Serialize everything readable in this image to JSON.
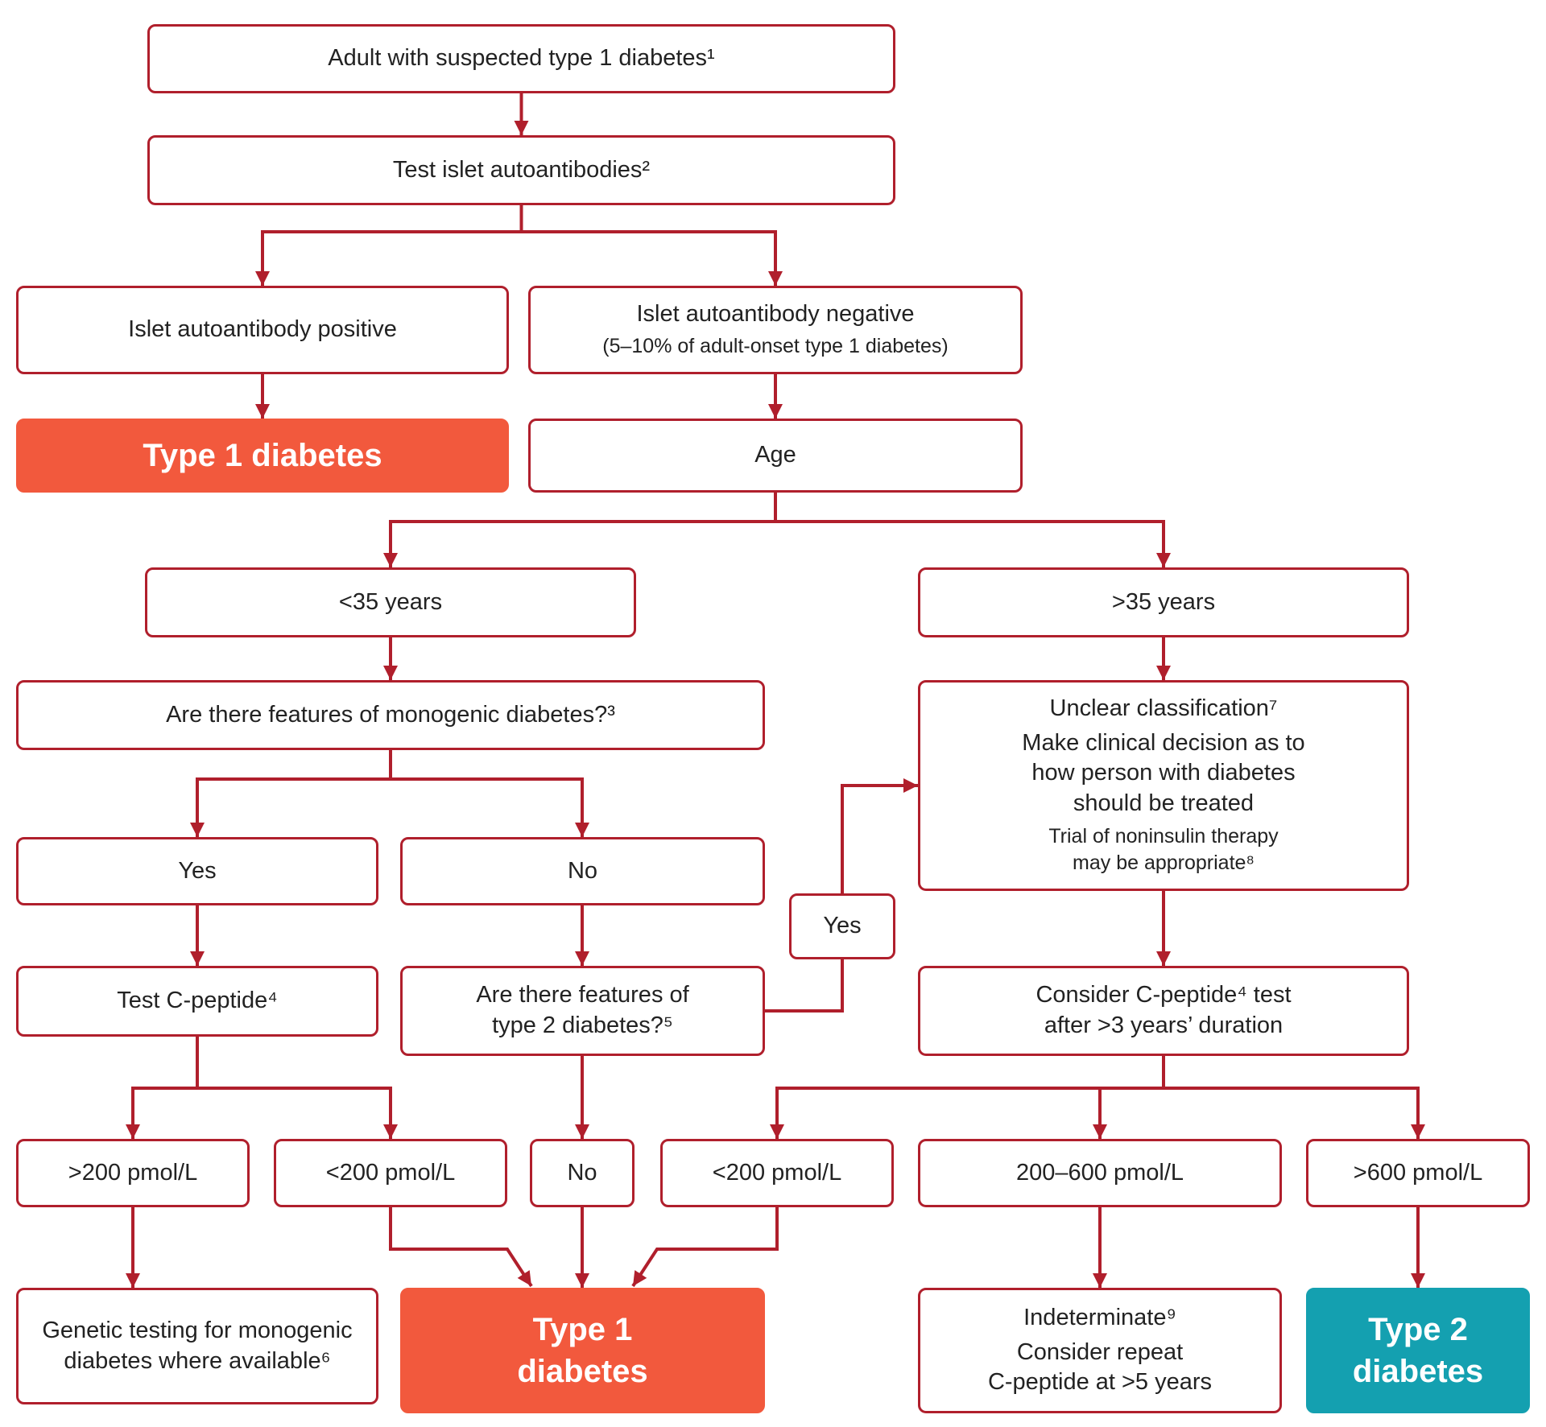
{
  "colors": {
    "line": "#B01F2C",
    "text": "#222222",
    "type1_fill": "#F2593D",
    "type2_fill": "#14A0B0"
  },
  "nodes": {
    "start": "Adult with suspected type 1 diabetes¹",
    "test_islet": "Test islet autoantibodies²",
    "ab_positive": "Islet autoantibody positive",
    "ab_negative": {
      "title": "Islet autoantibody negative",
      "sub": "(5–10% of adult-onset type 1 diabetes)"
    },
    "type1_left": "Type 1 diabetes",
    "age": "Age",
    "under35": "<35 years",
    "over35": ">35 years",
    "monogenic_question": "Are there features of monogenic diabetes?³",
    "unclear_classification": {
      "title": "Unclear classification⁷",
      "body": "Make clinical decision as to\nhow person with diabetes\nshould be treated",
      "note": "Trial of noninsulin therapy\nmay be appropriate⁸"
    },
    "yes": "Yes",
    "no": "No",
    "test_cpeptide": "Test C-peptide⁴",
    "type2_features_question": "Are there features of\ntype 2 diabetes?⁵",
    "connector_yes": "Yes",
    "consider_cpeptide": "Consider C-peptide⁴ test\nafter >3 years’ duration",
    "gt200": ">200 pmol/L",
    "lt200_left": "<200 pmol/L",
    "no_result": "No",
    "lt200_right": "<200 pmol/L",
    "range_200_600": "200–600 pmol/L",
    "gt600": ">600 pmol/L",
    "genetic_testing": "Genetic testing for monogenic\ndiabetes where available⁶",
    "type1_bottom": "Type 1\ndiabetes",
    "indeterminate": {
      "title": "Indeterminate⁹",
      "body": "Consider repeat\nC-peptide at >5 years"
    },
    "type2": "Type 2\ndiabetes"
  },
  "edges": [
    {
      "from": "start",
      "to": "test_islet"
    },
    {
      "from": "test_islet",
      "to": "ab_positive"
    },
    {
      "from": "test_islet",
      "to": "ab_negative"
    },
    {
      "from": "ab_positive",
      "to": "type1_left"
    },
    {
      "from": "ab_negative",
      "to": "age"
    },
    {
      "from": "age",
      "to": "under35"
    },
    {
      "from": "age",
      "to": "over35"
    },
    {
      "from": "under35",
      "to": "monogenic_question"
    },
    {
      "from": "over35",
      "to": "unclear_classification"
    },
    {
      "from": "monogenic_question",
      "to": "yes"
    },
    {
      "from": "monogenic_question",
      "to": "no"
    },
    {
      "from": "yes",
      "to": "test_cpeptide"
    },
    {
      "from": "no",
      "to": "type2_features_question"
    },
    {
      "from": "type2_features_question",
      "to": "unclear_classification",
      "label": "Yes"
    },
    {
      "from": "type2_features_question",
      "to": "no_result",
      "label": "No"
    },
    {
      "from": "unclear_classification",
      "to": "consider_cpeptide"
    },
    {
      "from": "test_cpeptide",
      "to": "gt200"
    },
    {
      "from": "test_cpeptide",
      "to": "lt200_left"
    },
    {
      "from": "consider_cpeptide",
      "to": "lt200_right"
    },
    {
      "from": "consider_cpeptide",
      "to": "range_200_600"
    },
    {
      "from": "consider_cpeptide",
      "to": "gt600"
    },
    {
      "from": "gt200",
      "to": "genetic_testing"
    },
    {
      "from": "lt200_left",
      "to": "type1_bottom"
    },
    {
      "from": "no_result",
      "to": "type1_bottom"
    },
    {
      "from": "lt200_right",
      "to": "type1_bottom"
    },
    {
      "from": "range_200_600",
      "to": "indeterminate"
    },
    {
      "from": "gt600",
      "to": "type2"
    }
  ]
}
